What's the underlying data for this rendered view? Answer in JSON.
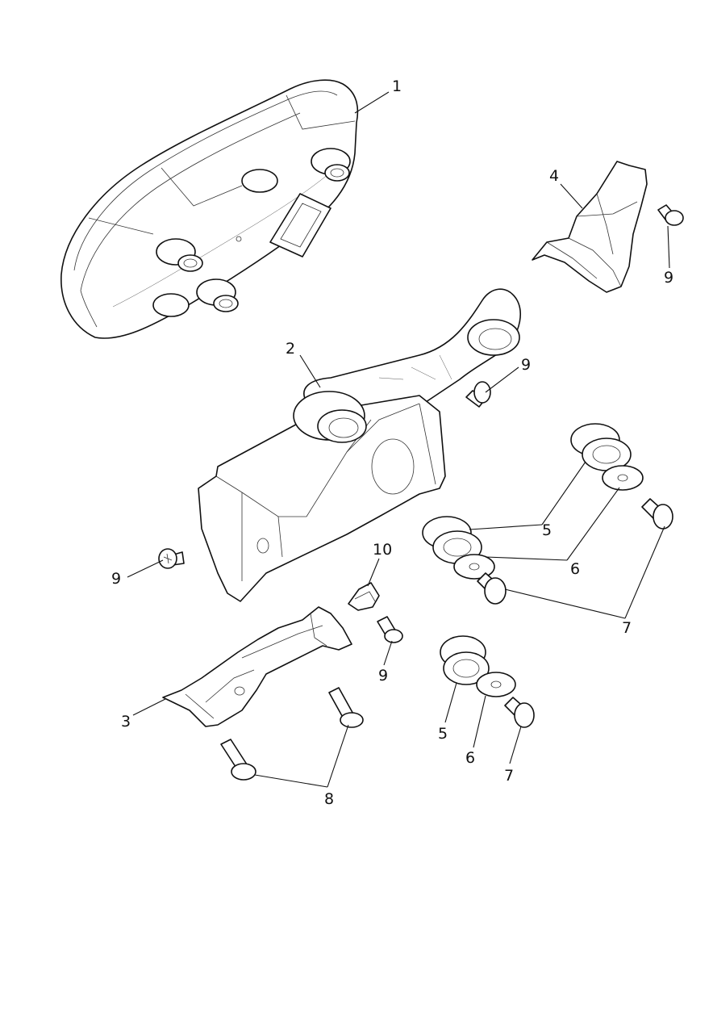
{
  "callouts": {
    "c1": "1",
    "c2": "2",
    "c3": "3",
    "c4": "4",
    "c5a": "5",
    "c5b": "5",
    "c6a": "6",
    "c6b": "6",
    "c7a": "7",
    "c7b": "7",
    "c8": "8",
    "c9a": "9",
    "c9b": "9",
    "c9c": "9",
    "c9d": "9",
    "c10": "10"
  }
}
